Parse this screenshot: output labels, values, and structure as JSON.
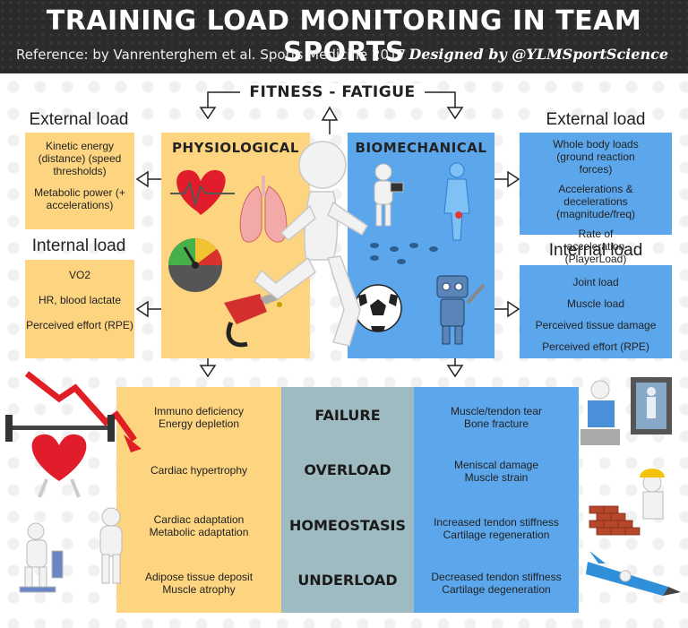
{
  "header": {
    "title": "Training Load Monitoring in Team Sports",
    "reference": "Reference: by Vanrenterghem et al. Sports Medicine 2017",
    "credit": "Designed by @YLMSportScience"
  },
  "center": {
    "label": "FITNESS - FATIGUE"
  },
  "physiological": {
    "title": "PHYSIOLOGICAL",
    "external_heading": "External load",
    "external_items": [
      "Kinetic energy (distance) (speed thresholds)",
      "Metabolic power (+ accelerations)"
    ],
    "internal_heading": "Internal load",
    "internal_items": [
      "VO2",
      "HR, blood lactate",
      "Perceived effort (RPE)"
    ]
  },
  "biomechanical": {
    "title": "BIOMECHANICAL",
    "external_heading": "External load",
    "external_items": [
      "Whole body loads (ground reaction forces)",
      "Accelerations & decelerations (magnitude/freq)",
      "Rate of acceleration (PlayerLoad)"
    ],
    "internal_heading": "Internal load",
    "internal_items": [
      "Joint load",
      "Muscle load",
      "Perceived tissue damage",
      "Perceived effort (RPE)"
    ]
  },
  "levels": [
    "FAILURE",
    "OVERLOAD",
    "HOMEOSTASIS",
    "UNDERLOAD"
  ],
  "physio_outcomes": [
    [
      "Immuno deficiency",
      "Energy depletion"
    ],
    [
      "Cardiac hypertrophy"
    ],
    [
      "Cardiac adaptation",
      "Metabolic adaptation"
    ],
    [
      "Adipose tissue deposit",
      "Muscle atrophy"
    ]
  ],
  "biomech_outcomes": [
    [
      "Muscle/tendon tear",
      "Bone fracture"
    ],
    [
      "Meniscal damage",
      "Muscle strain"
    ],
    [
      "Increased tendon stiffness",
      "Cartilage regeneration"
    ],
    [
      "Decreased tendon stiffness",
      "Cartilage degeneration"
    ]
  ],
  "colors": {
    "yellow": "#fdd47f",
    "blue": "#5ca7ec",
    "middle": "#9fbbc2",
    "header": "#2b2b2b"
  }
}
